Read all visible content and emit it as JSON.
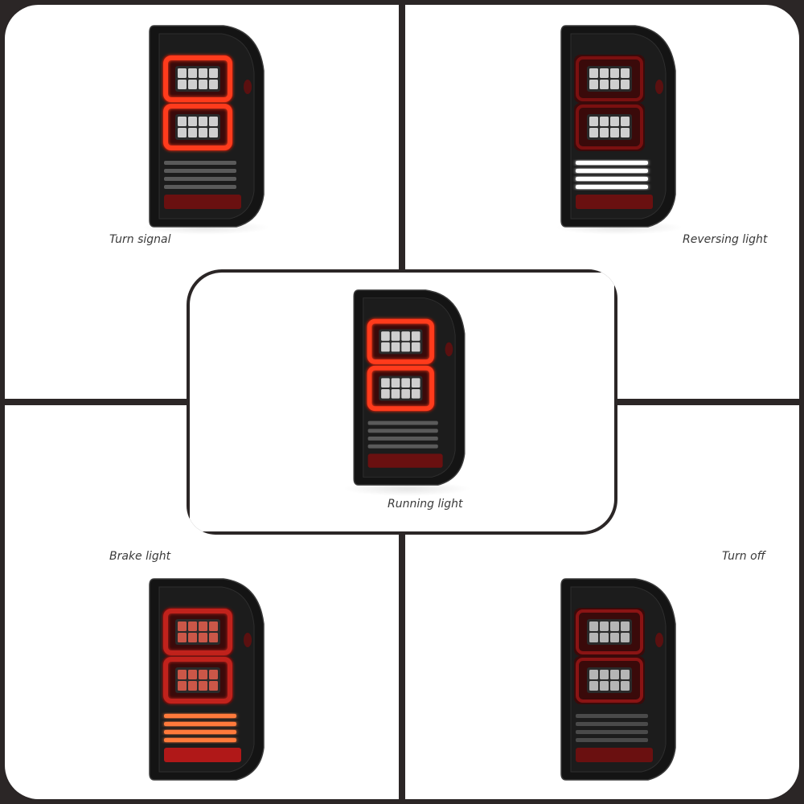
{
  "captions": {
    "top_left": "Turn signal",
    "top_right": "Reversing light",
    "center": "Running light",
    "bottom_left": "Brake light",
    "bottom_right": "Turn off"
  },
  "lamps": {
    "top_left": {
      "mode": "turn-signal",
      "ring_color": "#ff3a1a",
      "bars_color": "#5a5a5a",
      "glow": true
    },
    "top_right": {
      "mode": "reversing",
      "ring_color": "#7a1010",
      "bars_color": "#ffffff",
      "glow": false
    },
    "center": {
      "mode": "running",
      "ring_color": "#ff3a1a",
      "bars_color": "#5a5a5a",
      "glow": true
    },
    "bottom_left": {
      "mode": "brake",
      "ring_color": "#c0201a",
      "bars_color": "#ff7a3a",
      "glow": true
    },
    "bottom_right": {
      "mode": "off",
      "ring_color": "#8a1414",
      "bars_color": "#4a4a4a",
      "glow": false
    }
  },
  "colors": {
    "frame": "#2b2626",
    "panel": "#ffffff",
    "housing": "#141414"
  }
}
